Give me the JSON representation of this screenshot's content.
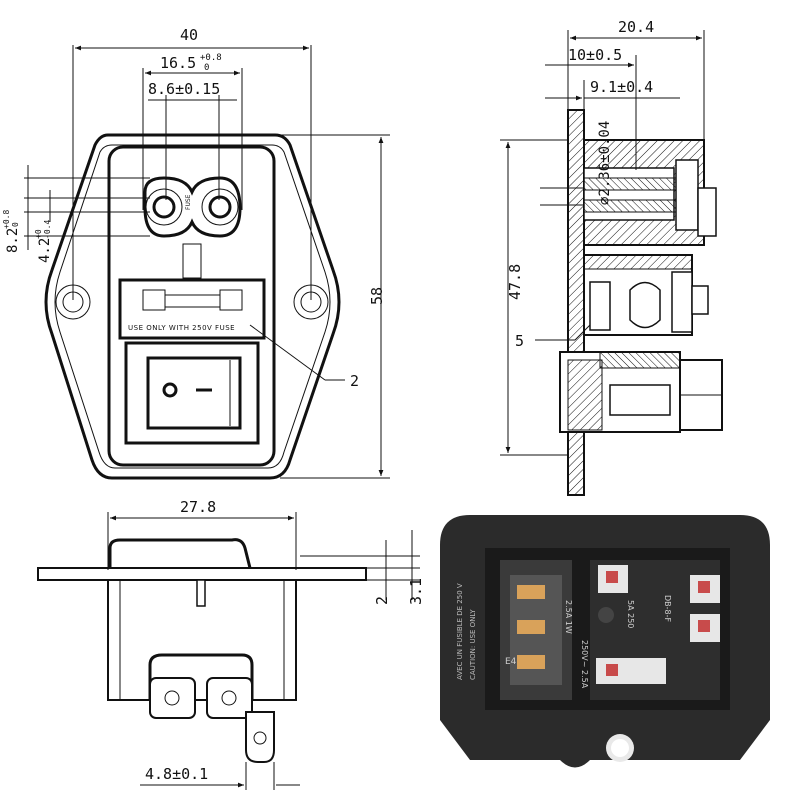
{
  "front_view": {
    "width": "40",
    "socket_span": "16.5",
    "socket_span_tol_upper": "+0.8",
    "socket_span_tol_lower": "0",
    "pin_pitch": "8.6±0.15",
    "height": "58",
    "v_dim_a": "8.2",
    "v_dim_a_tol_upper": "+0.8",
    "v_dim_a_tol_lower": "0",
    "v_dim_b": "4.2",
    "v_dim_b_tol_upper": "+0",
    "v_dim_b_tol_lower": "-0.4",
    "fuse_text": "USE ONLY WITH 250V FUSE",
    "callout_2": "2"
  },
  "side_view": {
    "overall_depth": "20.4",
    "depth_a": "10±0.5",
    "depth_b": "9.1±0.4",
    "diameter": "∅2.36±0.04",
    "height": "47.8",
    "callout_5": "5"
  },
  "bottom_view": {
    "width": "27.8",
    "thickness_a": "2",
    "thickness_b": "3.1",
    "tab_width": "4.8±0.1"
  },
  "photo": {
    "rating_1": "250V~ 2.5A",
    "rating_2": "5A 250",
    "rating_3": "2.5A 1W",
    "side_text": "AVEC UN FUSIBLE DE 250 V",
    "side_text_2": "CAUTION: USE ONLY",
    "pin_label": "E4",
    "cert_label": "DB-8-F"
  }
}
